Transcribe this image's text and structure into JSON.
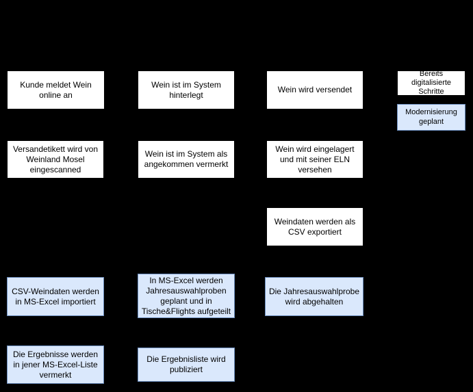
{
  "diagram": {
    "colors": {
      "background": "#000000",
      "digitalized_box_bg": "#ffffff",
      "digitalized_box_border": "#000000",
      "planned_box_bg": "#dae8fc",
      "planned_box_border": "#6c8ebf",
      "text": "#000000"
    },
    "legend": [
      {
        "label": "Bereits digitalisierte Schritte",
        "style": "white"
      },
      {
        "label": "Modernisierung geplant",
        "style": "blue"
      }
    ],
    "nodes": [
      {
        "label": "Kunde meldet Wein online an",
        "style": "white"
      },
      {
        "label": "Wein ist im System hinterlegt",
        "style": "white"
      },
      {
        "label": "Wein wird versendet",
        "style": "white"
      },
      {
        "label": "Versandetikett wird von Weinland Mosel eingescanned",
        "style": "white"
      },
      {
        "label": "Wein ist im System als angekommen vermerkt",
        "style": "white"
      },
      {
        "label": "Wein wird eingelagert und mit seiner ELN versehen",
        "style": "white"
      },
      {
        "label": "Weindaten werden als CSV exportiert",
        "style": "white"
      },
      {
        "label": "CSV-Weindaten werden in MS-Excel importiert",
        "style": "blue"
      },
      {
        "label": "In MS-Excel werden Jahresauswahlproben geplant und in Tische&Flights aufgeteilt",
        "style": "blue"
      },
      {
        "label": "Die Jahresauswahlprobe wird abgehalten",
        "style": "blue"
      },
      {
        "label": "Die Ergebnisse werden in jener MS-Excel-Liste vermerkt",
        "style": "blue"
      },
      {
        "label": "Die Ergebnisliste wird publiziert",
        "style": "blue"
      }
    ]
  }
}
